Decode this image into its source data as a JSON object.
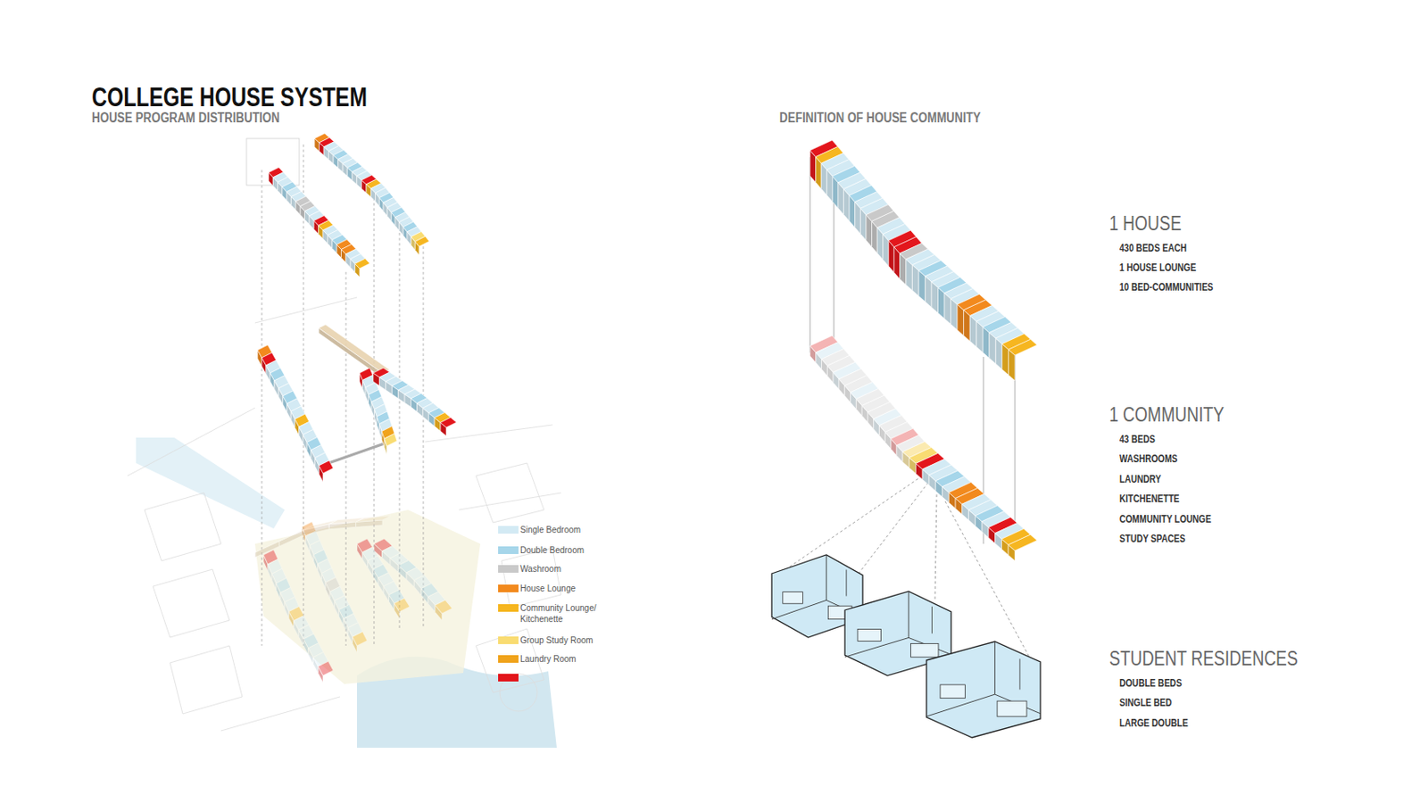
{
  "diagram": {
    "title": "COLLEGE HOUSE SYSTEM",
    "labels": [
      "HOUSE PROGRAM DISTRIBUTION",
      "DEFINITION OF HOUSE COMMUNITY",
      "1 HOUSE",
      "430 BEDS EACH",
      "1 HOUSE LOUNGE",
      "10 BED-COMMUNITIES",
      "1 COMMUNITY",
      "43 BEDS",
      "WASHROOMS",
      "LAUNDRY",
      "KITCHENETTE",
      "COMMUNITY LOUNGE",
      "STUDY SPACES",
      "STUDENT RESIDENCES",
      "DOUBLE BEDS",
      "SINGLE BED",
      "LARGE DOUBLE"
    ],
    "legend": [
      {
        "text": "Single Bedroom",
        "color": "#d3eaf4"
      },
      {
        "text": "Double Bedroom",
        "color": "#a6d6ea"
      },
      {
        "text": "Washroom",
        "color": "#c9c9c9"
      },
      {
        "text": "House Lounge",
        "color": "#f28a1e"
      },
      {
        "text": "Community Lounge/ Kitchenette",
        "color": "#f6b620"
      },
      {
        "text": "Group Study Room",
        "color": "#f9dc72"
      },
      {
        "text": "Laundry Room",
        "color": "#f0a31c"
      }
    ]
  }
}
